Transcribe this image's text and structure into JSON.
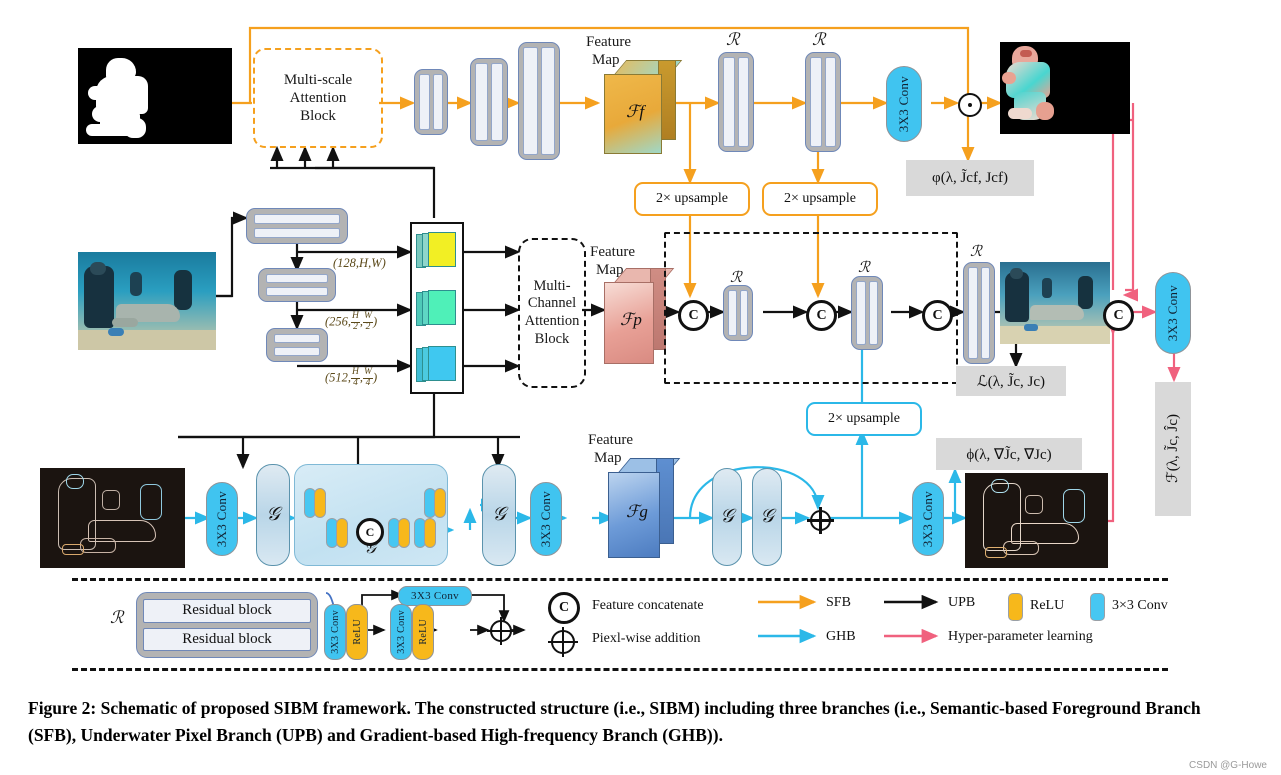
{
  "figure": {
    "caption": "Figure 2: Schematic of proposed SIBM framework. The constructed structure (i.e., SIBM) including three branches (i.e., Semantic-based Foreground Branch (SFB), Underwater Pixel Branch (UPB) and Gradient-based High-frequency Branch (GHB)).",
    "watermark": "CSDN @G-Howe"
  },
  "sfb": {
    "attention_block": "Multi-scale\nAttention\nBlock",
    "attention_line1": "Multi-scale",
    "attention_line2": "Attention",
    "attention_line3": "Block",
    "feature_map_line1": "Feature",
    "feature_map_line2": "Map",
    "feature_symbol": "ℱf",
    "res1": "ℛ",
    "res2": "ℛ",
    "conv": "3X3 Conv",
    "upsample1": "2× upsample",
    "upsample2": "2× upsample",
    "loss": "φ(λ, J̃cf, Jcf)"
  },
  "upb": {
    "attention_block_line1": "Multi-",
    "attention_block_line2": "Channel",
    "attention_block_line3": "Attention",
    "attention_block_line4": "Block",
    "feature_map_line1": "Feature",
    "feature_map_line2": "Map",
    "feature_symbol": "ℱp",
    "res1": "ℛ",
    "res2": "ℛ",
    "res3": "ℛ",
    "concat": "C",
    "loss": "ℒ(λ, J̃c, Jc)",
    "dims": [
      {
        "c": "128",
        "h": "H",
        "w": "W",
        "fraction": false
      },
      {
        "c": "256",
        "h": "H",
        "w": "W",
        "denom": "2",
        "fraction": true
      },
      {
        "c": "512",
        "h": "H",
        "w": "W",
        "denom": "4",
        "fraction": true
      }
    ]
  },
  "ghb": {
    "conv_in": "3X3 Conv",
    "conv_mid": "3X3 Conv",
    "conv_out": "3X3 Conv",
    "g_symbol": "𝒢",
    "feature_map_line1": "Feature",
    "feature_map_line2": "Map",
    "feature_symbol": "ℱg",
    "upsample": "2× upsample",
    "loss": "ϕ(λ, ∇J̃c, ∇Jc)"
  },
  "fusion": {
    "conv": "3X3 Conv",
    "concat": "C",
    "loss": "ℱ(λ, J̃c, Ĵc)"
  },
  "legend": {
    "r_symbol": "ℛ",
    "residual_block_1": "Residual block",
    "residual_block_2": "Residual block",
    "inner_conv_top": "3X3 Conv",
    "inner_conv_1": "3X3 Conv",
    "inner_relu_1": "ReLU",
    "inner_conv_2": "3X3 Conv",
    "inner_relu_2": "ReLU",
    "items": [
      {
        "symbol": "C",
        "label": "Feature concatenate"
      },
      {
        "symbol": "⊕",
        "label": "Piexl-wise  addition"
      },
      {
        "symbol": "arrow-orange",
        "label": "SFB"
      },
      {
        "symbol": "arrow-cyan",
        "label": "GHB"
      },
      {
        "symbol": "arrow-black",
        "label": "UPB"
      },
      {
        "symbol": "arrow-pink",
        "label": "Hyper-parameter learning"
      },
      {
        "symbol": "chip-orange",
        "label": "ReLU"
      },
      {
        "symbol": "chip-cyan",
        "label": "3×3 Conv"
      }
    ]
  },
  "colors": {
    "sfb": "#F5A01E",
    "upb": "#111111",
    "ghb": "#2BB8E8",
    "hyper": "#F0617E",
    "relu": "#F7B81B",
    "conv": "#40C4F0",
    "feature_f": "#E8A53A",
    "feature_p": "#E8988F",
    "feature_g": "#5B8FD4"
  }
}
